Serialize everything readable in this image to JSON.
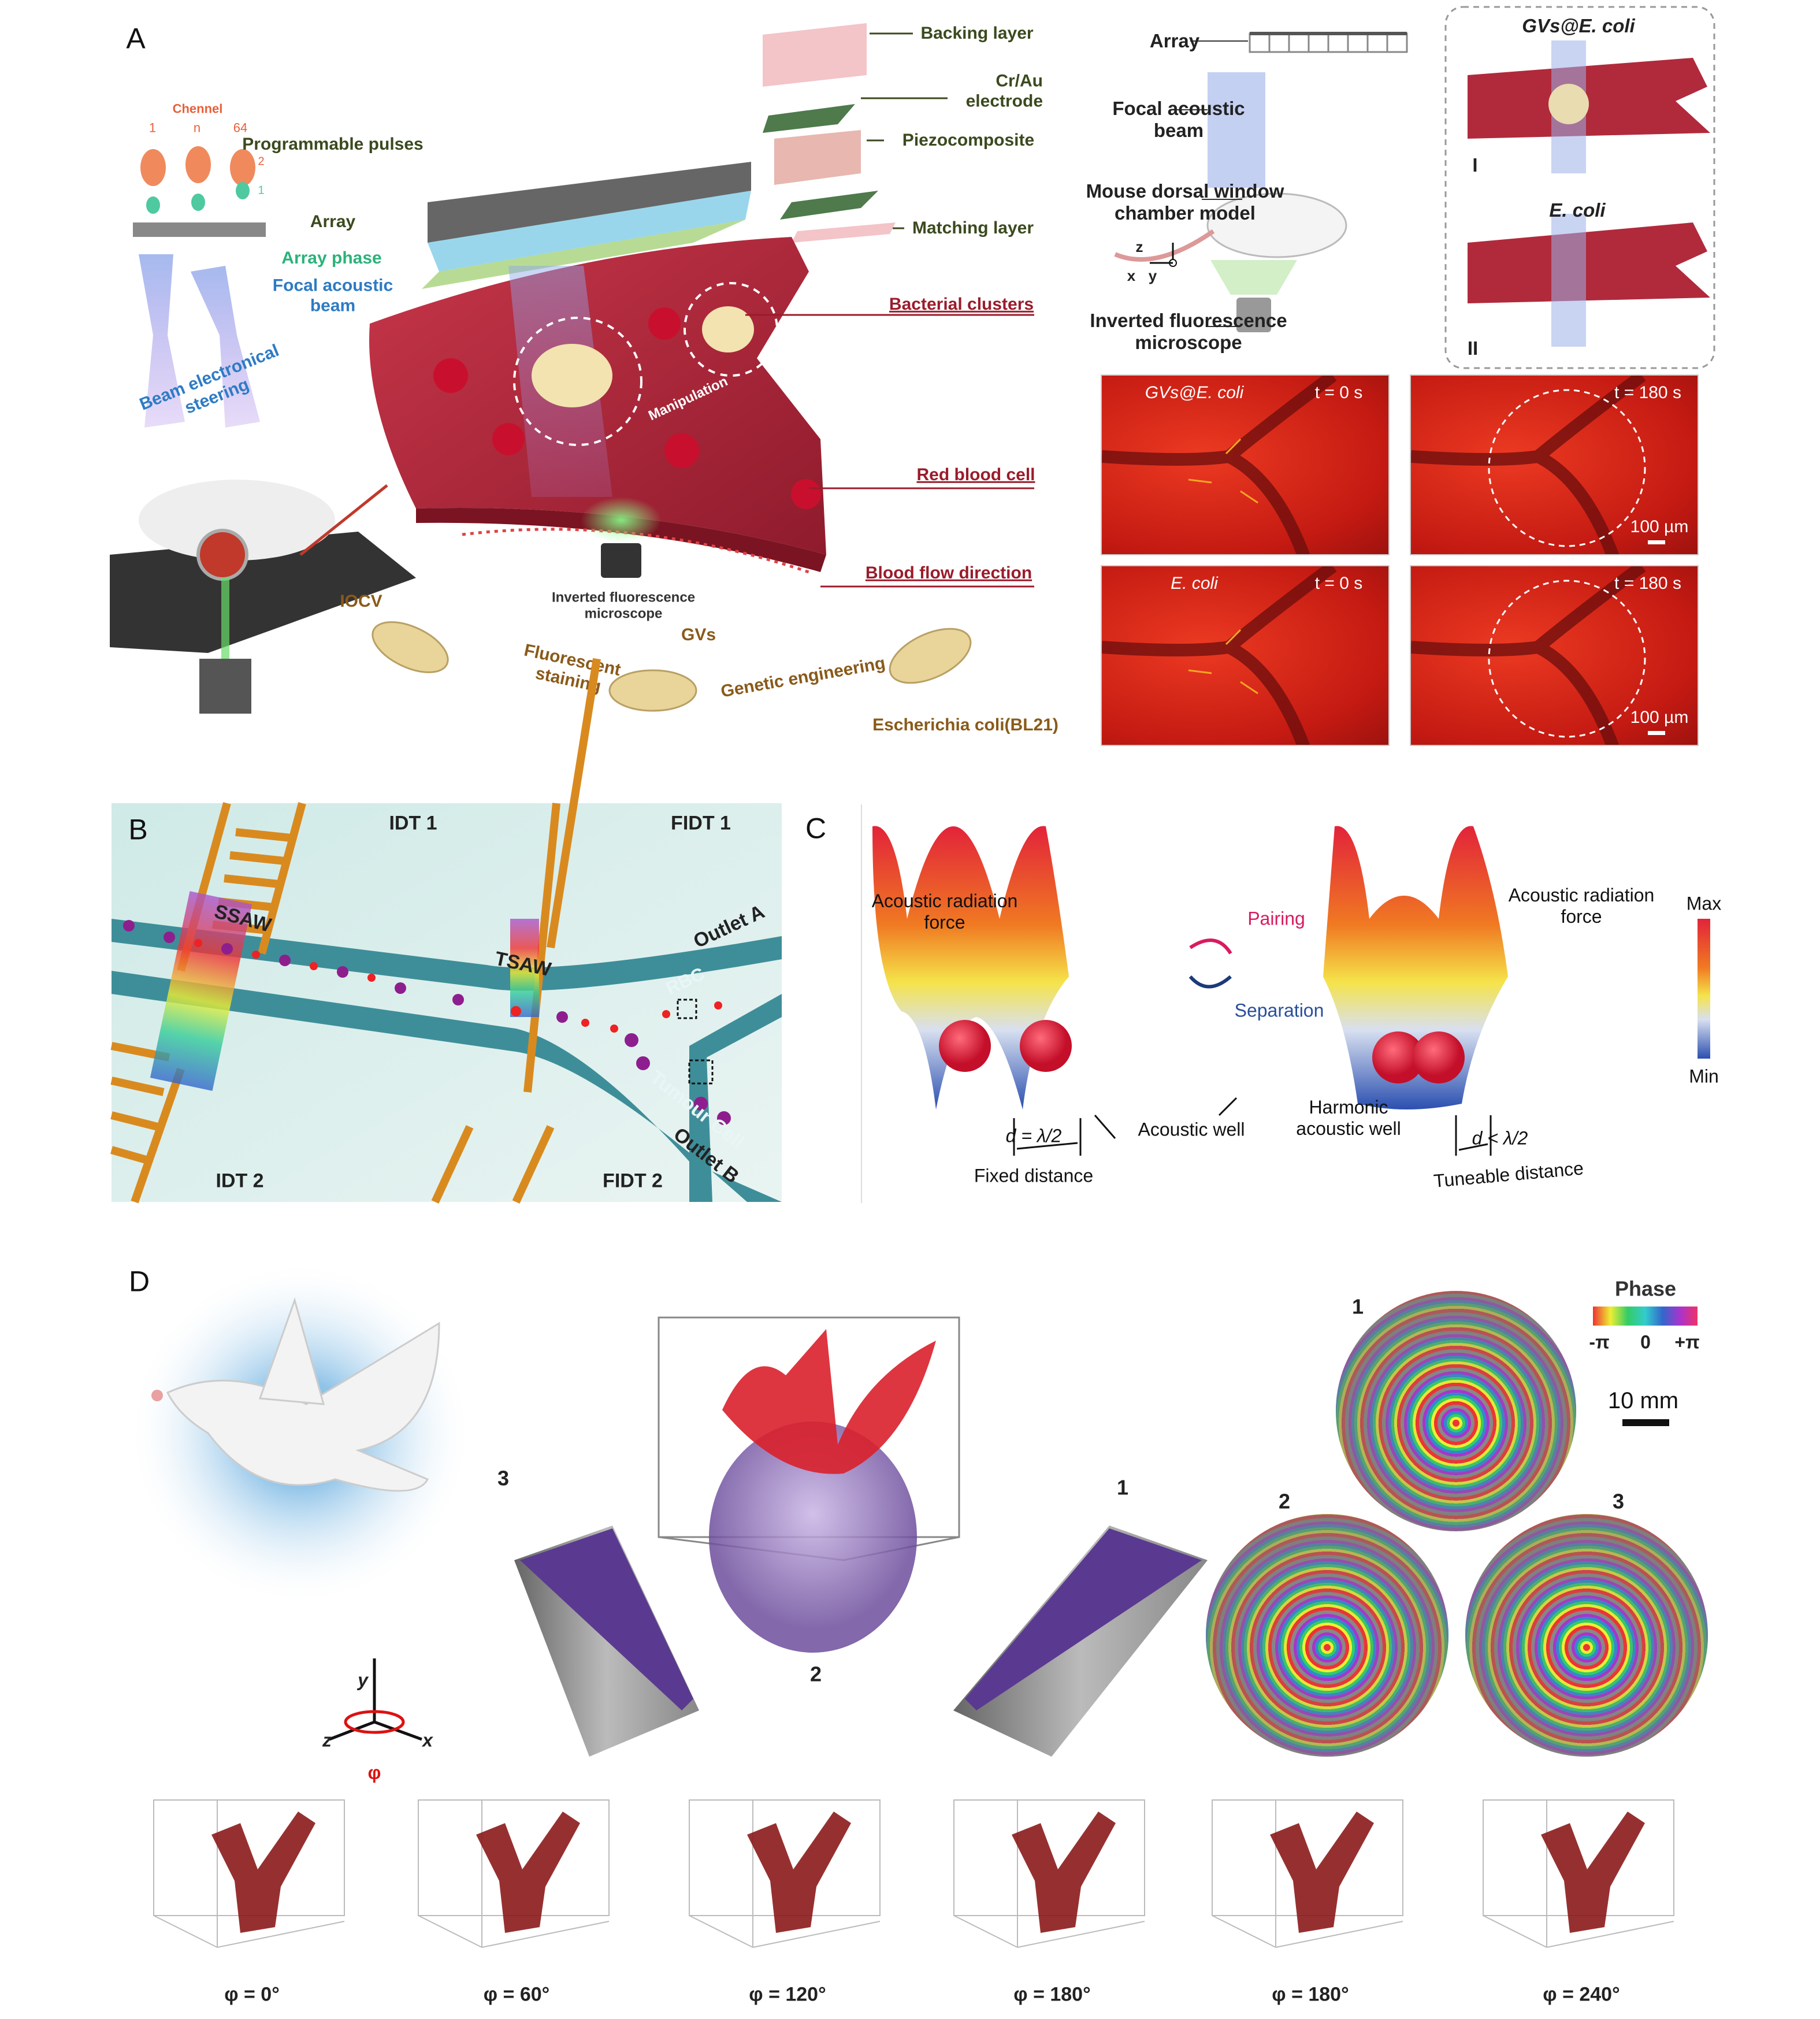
{
  "panel_a": {
    "letter": "A",
    "left": {
      "channel_title": "Chennel",
      "channel_labels": [
        "1",
        "n",
        "64"
      ],
      "pulse_indices": [
        "2",
        "1"
      ],
      "programmable_pulses": "Programmable pulses",
      "array": "Array",
      "array_phase": "Array phase",
      "focal_beam": "Focal acoustic beam",
      "beam_steering": "Beam electronical steering",
      "backing_layer": "Backing layer",
      "electrode": "Cr/Au electrode",
      "piezocomposite": "Piezocomposite",
      "matching_layer": "Matching layer",
      "bacterial_clusters": "Bacterial clusters",
      "red_blood_cell": "Red blood cell",
      "blood_flow": "Blood flow direction",
      "manipulation": "Manipulation",
      "microscope": "Inverted fluorescence microscope",
      "iocv": "IOCV",
      "gvs": "GVs",
      "fluorescent_staining": "Fluorescent staining",
      "genetic_engineering": "Genetic engineering",
      "ecoli_strain": "Escherichia coli(BL21)"
    },
    "right": {
      "array": "Array",
      "focal_beam": "Focal acoustic beam",
      "mouse_model": "Mouse dorsal window chamber model",
      "axis_z": "z",
      "axis_x": "x",
      "axis_y": "y",
      "microscope": "Inverted fluorescence microscope",
      "inset_top_title": "GVs@E. coli",
      "inset_top_index": "I",
      "inset_bottom_title": "E. coli",
      "inset_bottom_index": "II",
      "images": [
        {
          "sample": "GVs@E. coli",
          "time": "t = 0 s",
          "scale": ""
        },
        {
          "sample": "",
          "time": "t = 180 s",
          "scale": "100 µm"
        },
        {
          "sample": "E. coli",
          "time": "t = 0 s",
          "scale": ""
        },
        {
          "sample": "",
          "time": "t = 180 s",
          "scale": "100 µm"
        }
      ]
    }
  },
  "panel_b": {
    "letter": "B",
    "idt1": "IDT 1",
    "fidt1": "FIDT 1",
    "idt2": "IDT 2",
    "fidt2": "FIDT 2",
    "ssaw": "SSAW",
    "tsaw": "TSAW",
    "outlet_a": "Outlet A",
    "outlet_b": "Outlet B",
    "rbc": "RBC",
    "tumour_cell": "Tumour Cell"
  },
  "panel_c": {
    "letter": "C",
    "arf_left": "Acoustic radiation force",
    "arf_right": "Acoustic radiation force",
    "pairing": "Pairing",
    "separation": "Separation",
    "acoustic_well": "Acoustic well",
    "harmonic_well": "Harmonic acoustic well",
    "d_fixed": "d = λ/2",
    "fixed_distance": "Fixed distance",
    "d_tuneable": "d < λ/2",
    "tuneable_distance": "Tuneable distance",
    "colorbar_max": "Max",
    "colorbar_min": "Min"
  },
  "panel_d": {
    "letter": "D",
    "transducer_labels": [
      "1",
      "2",
      "3"
    ],
    "phase_title": "Phase",
    "phase_ticks": [
      "-π",
      "0",
      "+π"
    ],
    "scale": "10 mm",
    "hologram_labels": [
      "1",
      "2",
      "3"
    ],
    "axes": {
      "y": "y",
      "z": "z",
      "x": "x",
      "phi": "φ"
    },
    "views": [
      "φ = 0°",
      "φ = 60°",
      "φ = 120°",
      "φ = 180°",
      "φ = 180°",
      "φ = 240°"
    ]
  },
  "colors": {
    "vessel": "#b8283c",
    "label_red": "#9a1c2b",
    "label_green": "#3b4a1e",
    "teal": "#3aa7a0",
    "idt_gold": "#d98a1f"
  }
}
